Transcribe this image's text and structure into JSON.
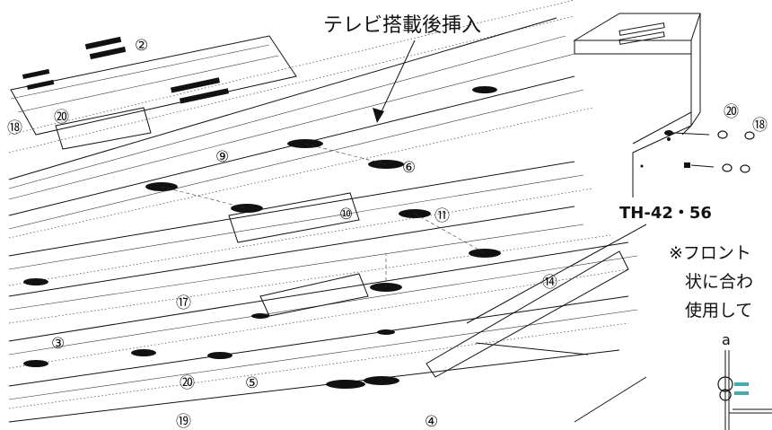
{
  "callout_text": "テレビ搭載後挿入",
  "model_label": "TH-42・56",
  "note_lines": [
    "※フロント",
    "状に合わ",
    "使用して"
  ],
  "detail_label": "a",
  "parts": {
    "p2": "②",
    "p3": "③",
    "p4": "④",
    "p5": "⑤",
    "p6": "⑥",
    "p9": "⑨",
    "p10": "⑩",
    "p11": "⑪",
    "p14": "⑭",
    "p17": "⑰",
    "p18a": "⑱",
    "p18b": "⑱",
    "p19": "⑲",
    "p20a": "⑳",
    "p20b": "⑳",
    "p20c": "⑳"
  }
}
